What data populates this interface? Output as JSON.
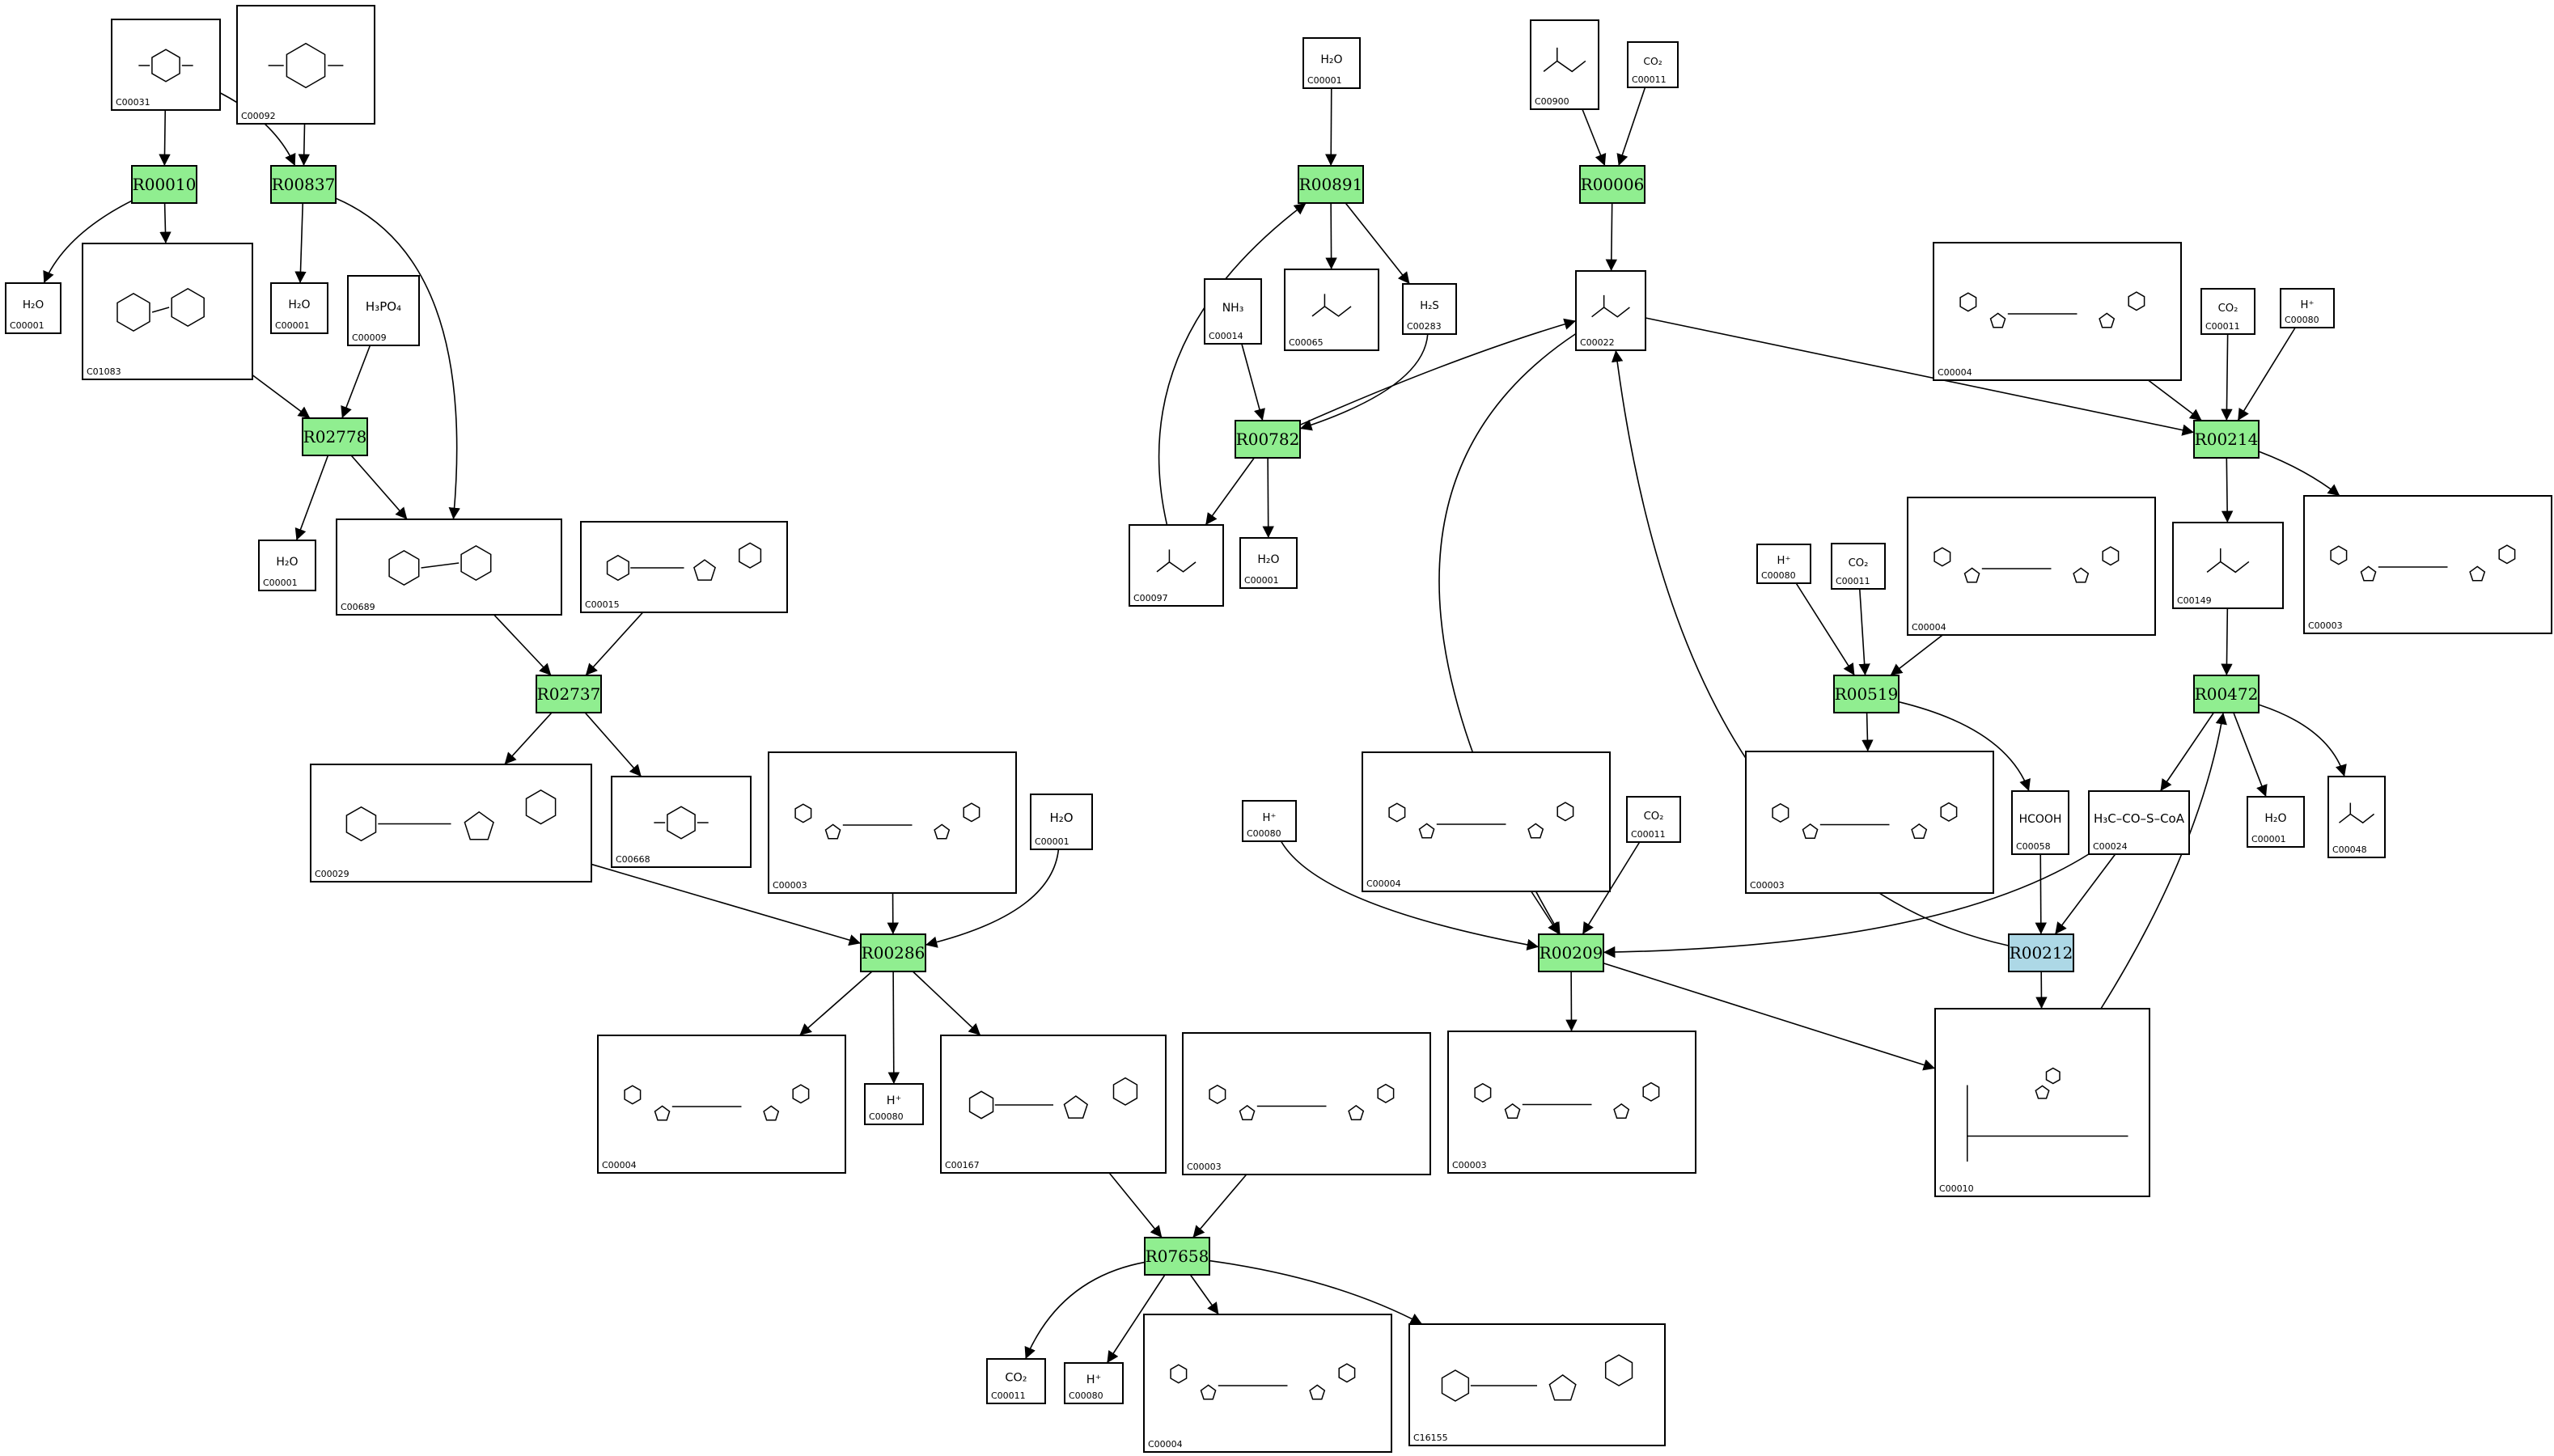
{
  "colors": {
    "reaction": "#90ee90",
    "reaction_highlight": "#add8e6",
    "compound_fill": "#ffffff",
    "line": "#000000"
  },
  "reactions": [
    {
      "id": "R00010",
      "label": "R00010",
      "color": "#90ee90"
    },
    {
      "id": "R00837",
      "label": "R00837",
      "color": "#90ee90"
    },
    {
      "id": "R02778",
      "label": "R02778",
      "color": "#90ee90"
    },
    {
      "id": "R02737",
      "label": "R02737",
      "color": "#90ee90"
    },
    {
      "id": "R00286",
      "label": "R00286",
      "color": "#90ee90"
    },
    {
      "id": "R07658",
      "label": "R07658",
      "color": "#90ee90"
    },
    {
      "id": "R00891",
      "label": "R00891",
      "color": "#90ee90"
    },
    {
      "id": "R00782",
      "label": "R00782",
      "color": "#90ee90"
    },
    {
      "id": "R00006",
      "label": "R00006",
      "color": "#90ee90"
    },
    {
      "id": "R00209",
      "label": "R00209",
      "color": "#90ee90"
    },
    {
      "id": "R00214",
      "label": "R00214",
      "color": "#90ee90"
    },
    {
      "id": "R00519",
      "label": "R00519",
      "color": "#90ee90"
    },
    {
      "id": "R00472",
      "label": "R00472",
      "color": "#90ee90"
    },
    {
      "id": "R00212",
      "label": "R00212",
      "color": "#add8e6"
    }
  ],
  "compounds": [
    {
      "key": "c00031_a",
      "id": "C00031",
      "kind": "sugar"
    },
    {
      "key": "c00092_a",
      "id": "C00092",
      "kind": "sugar"
    },
    {
      "key": "c00001_a",
      "id": "C00001",
      "kind": "formula",
      "formula": "H₂O"
    },
    {
      "key": "c01083_a",
      "id": "C01083",
      "kind": "disaccharide"
    },
    {
      "key": "c00001_b",
      "id": "C00001",
      "kind": "formula",
      "formula": "H₂O"
    },
    {
      "key": "c00009_a",
      "id": "C00009",
      "kind": "formula",
      "formula": "H₃PO₄"
    },
    {
      "key": "c00001_c",
      "id": "C00001",
      "kind": "formula",
      "formula": "H₂O"
    },
    {
      "key": "c00689_a",
      "id": "C00689",
      "kind": "disaccharide"
    },
    {
      "key": "c00015_a",
      "id": "C00015",
      "kind": "nucleotide"
    },
    {
      "key": "c00029_a",
      "id": "C00029",
      "kind": "nucleotide"
    },
    {
      "key": "c00668_a",
      "id": "C00668",
      "kind": "sugar"
    },
    {
      "key": "c00003_a",
      "id": "C00003",
      "kind": "dinucleotide"
    },
    {
      "key": "c00001_d",
      "id": "C00001",
      "kind": "formula",
      "formula": "H₂O"
    },
    {
      "key": "c00004_a",
      "id": "C00004",
      "kind": "dinucleotide"
    },
    {
      "key": "c00080_a",
      "id": "C00080",
      "kind": "formula",
      "formula": "H⁺"
    },
    {
      "key": "c00167_a",
      "id": "C00167",
      "kind": "nucleotide"
    },
    {
      "key": "c00003_b",
      "id": "C00003",
      "kind": "dinucleotide"
    },
    {
      "key": "c00011_a",
      "id": "C00011",
      "kind": "formula",
      "formula": "CO₂"
    },
    {
      "key": "c00080_b",
      "id": "C00080",
      "kind": "formula",
      "formula": "H⁺"
    },
    {
      "key": "c00004_b",
      "id": "C00004",
      "kind": "dinucleotide"
    },
    {
      "key": "c16155_a",
      "id": "C16155",
      "kind": "nucleotide"
    },
    {
      "key": "c00001_e",
      "id": "C00001",
      "kind": "formula",
      "formula": "H₂O"
    },
    {
      "key": "c00065_a",
      "id": "C00065",
      "kind": "small"
    },
    {
      "key": "c00283_a",
      "id": "C00283",
      "kind": "formula",
      "formula": "H₂S"
    },
    {
      "key": "c00014_a",
      "id": "C00014",
      "kind": "formula",
      "formula": "NH₃"
    },
    {
      "key": "c00097_a",
      "id": "C00097",
      "kind": "small"
    },
    {
      "key": "c00001_f",
      "id": "C00001",
      "kind": "formula",
      "formula": "H₂O"
    },
    {
      "key": "c00900_a",
      "id": "C00900",
      "kind": "small"
    },
    {
      "key": "c00011_b",
      "id": "C00011",
      "kind": "formula",
      "formula": "CO₂"
    },
    {
      "key": "c00022_a",
      "id": "C00022",
      "kind": "small"
    },
    {
      "key": "c00004_c",
      "id": "C00004",
      "kind": "dinucleotide"
    },
    {
      "key": "c00011_c",
      "id": "C00011",
      "kind": "formula",
      "formula": "CO₂"
    },
    {
      "key": "c00080_c",
      "id": "C00080",
      "kind": "formula",
      "formula": "H⁺"
    },
    {
      "key": "c00149_a",
      "id": "C00149",
      "kind": "small"
    },
    {
      "key": "c00003_c",
      "id": "C00003",
      "kind": "dinucleotide"
    },
    {
      "key": "c00080_d",
      "id": "C00080",
      "kind": "formula",
      "formula": "H⁺"
    },
    {
      "key": "c00011_d",
      "id": "C00011",
      "kind": "formula",
      "formula": "CO₂"
    },
    {
      "key": "c00004_d",
      "id": "C00004",
      "kind": "dinucleotide"
    },
    {
      "key": "c00003_d",
      "id": "C00003",
      "kind": "dinucleotide"
    },
    {
      "key": "c00058_a",
      "id": "C00058",
      "kind": "formula",
      "formula": "HCOOH"
    },
    {
      "key": "c00024_a",
      "id": "C00024",
      "kind": "formula",
      "formula": "H₃C–CO–S–CoA"
    },
    {
      "key": "c00001_g",
      "id": "C00001",
      "kind": "formula",
      "formula": "H₂O"
    },
    {
      "key": "c00048_a",
      "id": "C00048",
      "kind": "small"
    },
    {
      "key": "c00004_e",
      "id": "C00004",
      "kind": "dinucleotide"
    },
    {
      "key": "c00080_e",
      "id": "C00080",
      "kind": "formula",
      "formula": "H⁺"
    },
    {
      "key": "c00011_e",
      "id": "C00011",
      "kind": "formula",
      "formula": "CO₂"
    },
    {
      "key": "c00003_e",
      "id": "C00003",
      "kind": "dinucleotide"
    },
    {
      "key": "c00010_a",
      "id": "C00010",
      "kind": "coenzyme"
    }
  ],
  "edges": [
    [
      "c00031_a",
      "R00010"
    ],
    [
      "c00031_a",
      "R00837"
    ],
    [
      "c00092_a",
      "R00837"
    ],
    [
      "R00010",
      "c00001_a"
    ],
    [
      "R00010",
      "c01083_a"
    ],
    [
      "R00837",
      "c00001_b"
    ],
    [
      "R00837",
      "c00689_a"
    ],
    [
      "c01083_a",
      "R02778"
    ],
    [
      "c00009_a",
      "R02778"
    ],
    [
      "R02778",
      "c00001_c"
    ],
    [
      "R02778",
      "c00689_a"
    ],
    [
      "c00689_a",
      "R02737"
    ],
    [
      "c00015_a",
      "R02737"
    ],
    [
      "R02737",
      "c00029_a"
    ],
    [
      "R02737",
      "c00668_a"
    ],
    [
      "c00029_a",
      "R00286"
    ],
    [
      "c00003_a",
      "R00286"
    ],
    [
      "c00001_d",
      "R00286"
    ],
    [
      "R00286",
      "c00004_a"
    ],
    [
      "R00286",
      "c00080_a"
    ],
    [
      "R00286",
      "c00167_a"
    ],
    [
      "c00167_a",
      "R07658"
    ],
    [
      "c00003_b",
      "R07658"
    ],
    [
      "R07658",
      "c00011_a"
    ],
    [
      "R07658",
      "c00080_b"
    ],
    [
      "R07658",
      "c00004_b"
    ],
    [
      "R07658",
      "c16155_a"
    ],
    [
      "c00001_e",
      "R00891"
    ],
    [
      "R00891",
      "c00065_a"
    ],
    [
      "R00891",
      "c00283_a"
    ],
    [
      "c00097_a",
      "R00891"
    ],
    [
      "c00014_a",
      "R00782"
    ],
    [
      "c00283_a",
      "R00782"
    ],
    [
      "R00782",
      "c00097_a"
    ],
    [
      "R00782",
      "c00001_f"
    ],
    [
      "R00782",
      "c00022_a"
    ],
    [
      "c00900_a",
      "R00006"
    ],
    [
      "c00011_b",
      "R00006"
    ],
    [
      "R00006",
      "c00022_a"
    ],
    [
      "c00022_a",
      "R00214"
    ],
    [
      "c00004_c",
      "R00214"
    ],
    [
      "c00011_c",
      "R00214"
    ],
    [
      "c00080_c",
      "R00214"
    ],
    [
      "R00214",
      "c00149_a"
    ],
    [
      "R00214",
      "c00003_c"
    ],
    [
      "c00080_d",
      "R00519"
    ],
    [
      "c00011_d",
      "R00519"
    ],
    [
      "c00004_d",
      "R00519"
    ],
    [
      "R00519",
      "c00003_d"
    ],
    [
      "R00519",
      "c00058_a"
    ],
    [
      "c00149_a",
      "R00472"
    ],
    [
      "R00472",
      "c00024_a"
    ],
    [
      "R00472",
      "c00001_g"
    ],
    [
      "R00472",
      "c00048_a"
    ],
    [
      "c00010_a",
      "R00472"
    ],
    [
      "c00004_e",
      "R00209"
    ],
    [
      "c00080_e",
      "R00209"
    ],
    [
      "c00011_e",
      "R00209"
    ],
    [
      "c00024_a",
      "R00209"
    ],
    [
      "c00022_a",
      "R00209"
    ],
    [
      "R00209",
      "c00003_e"
    ],
    [
      "R00209",
      "c00010_a"
    ],
    [
      "c00058_a",
      "R00212"
    ],
    [
      "c00024_a",
      "R00212"
    ],
    [
      "R00212",
      "c00010_a"
    ],
    [
      "R00212",
      "c00022_a"
    ]
  ]
}
